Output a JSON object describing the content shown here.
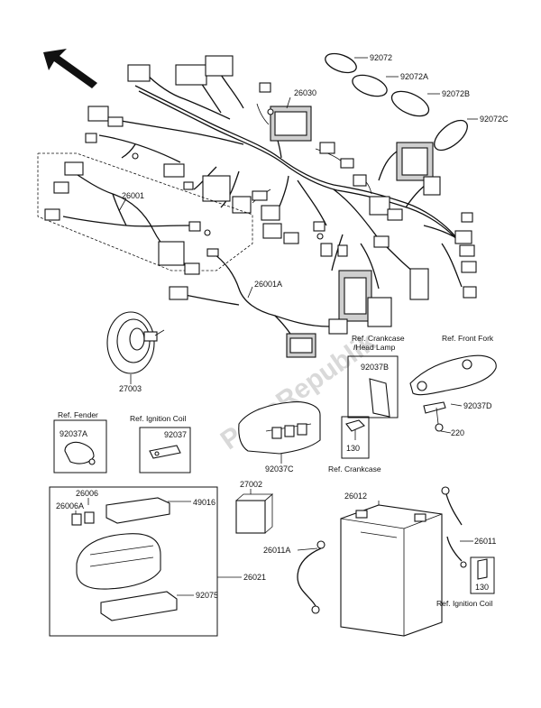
{
  "watermark": "PartsRepublik",
  "part_numbers": {
    "p92072": "92072",
    "p92072A": "92072A",
    "p92072B": "92072B",
    "p92072C": "92072C",
    "p26030": "26030",
    "p26001": "26001",
    "p26001A": "26001A",
    "p27003": "27003",
    "p92037B": "92037B",
    "p92037D": "92037D",
    "p220": "220",
    "p130_crankcase": "130",
    "p92037A": "92037A",
    "p92037": "92037",
    "p92037C": "92037C",
    "p26006": "26006",
    "p26006A": "26006A",
    "p49016": "49016",
    "p27002": "27002",
    "p26012": "26012",
    "p26011": "26011",
    "p26011A": "26011A",
    "p26021": "26021",
    "p92075": "92075",
    "p130_ignition": "130"
  },
  "references": {
    "crankcase_head_lamp_line1": "Ref. Crankcase",
    "crankcase_head_lamp_line2": "/Head Lamp",
    "front_fork": "Ref. Front Fork",
    "fender": "Ref. Fender",
    "ignition_coil_top": "Ref. Ignition Coil",
    "crankcase": "Ref. Crankcase",
    "ignition_coil_bottom": "Ref. Ignition Coil"
  }
}
